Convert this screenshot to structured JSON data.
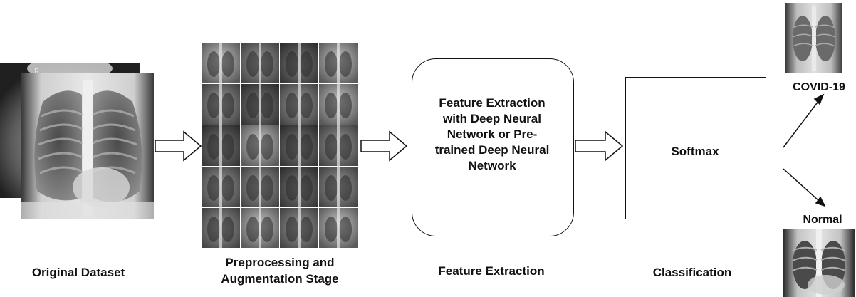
{
  "labels": {
    "original_dataset": "Original Dataset",
    "preprocessing_line1": "Preprocessing and",
    "preprocessing_line2": "Augmentation Stage",
    "feature_extraction": "Feature Extraction",
    "classification": "Classification"
  },
  "feature_box": {
    "text": "Feature Extraction\nwith  Deep Neural\nNetwork or Pre-\ntrained Deep Neural\nNetwork"
  },
  "softmax_box": {
    "text": "Softmax"
  },
  "outputs": {
    "covid_label": "COVID-19",
    "normal_label": "Normal"
  },
  "xray_marker": "R"
}
